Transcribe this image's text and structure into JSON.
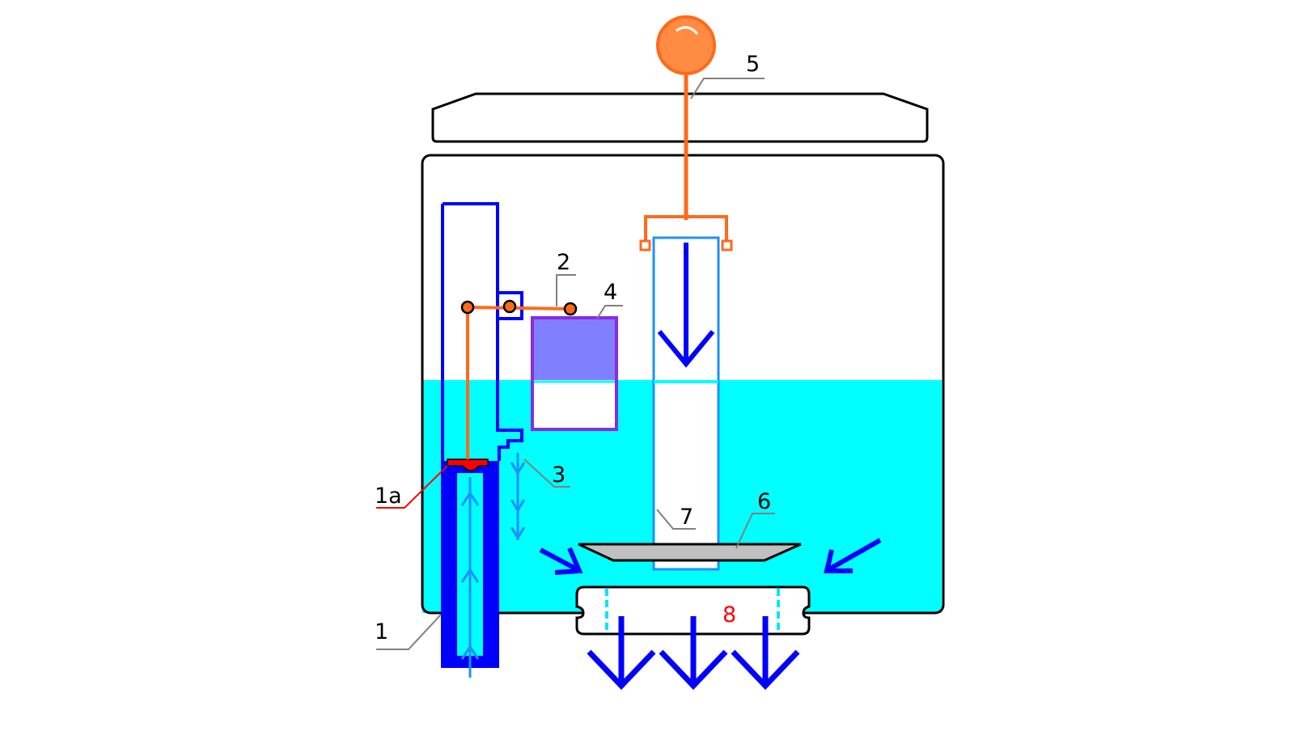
{
  "labels": {
    "l1": "1",
    "l1a": "1a",
    "l2": "2",
    "l3": "3",
    "l4": "4",
    "l5": "5",
    "l6": "6",
    "l7": "7",
    "l8": "8"
  },
  "colors": {
    "water": "#00ffff",
    "outline": "#000000",
    "pipe_blue": "#0000ff",
    "light_blue": "#1e90ff",
    "orange": "#ff6a1a",
    "float_fill": "#8080ff",
    "float_border": "#8a2be2",
    "valve_red": "#ff0000",
    "label_gray": "#808080",
    "disc_gray": "#c0c0c0"
  }
}
